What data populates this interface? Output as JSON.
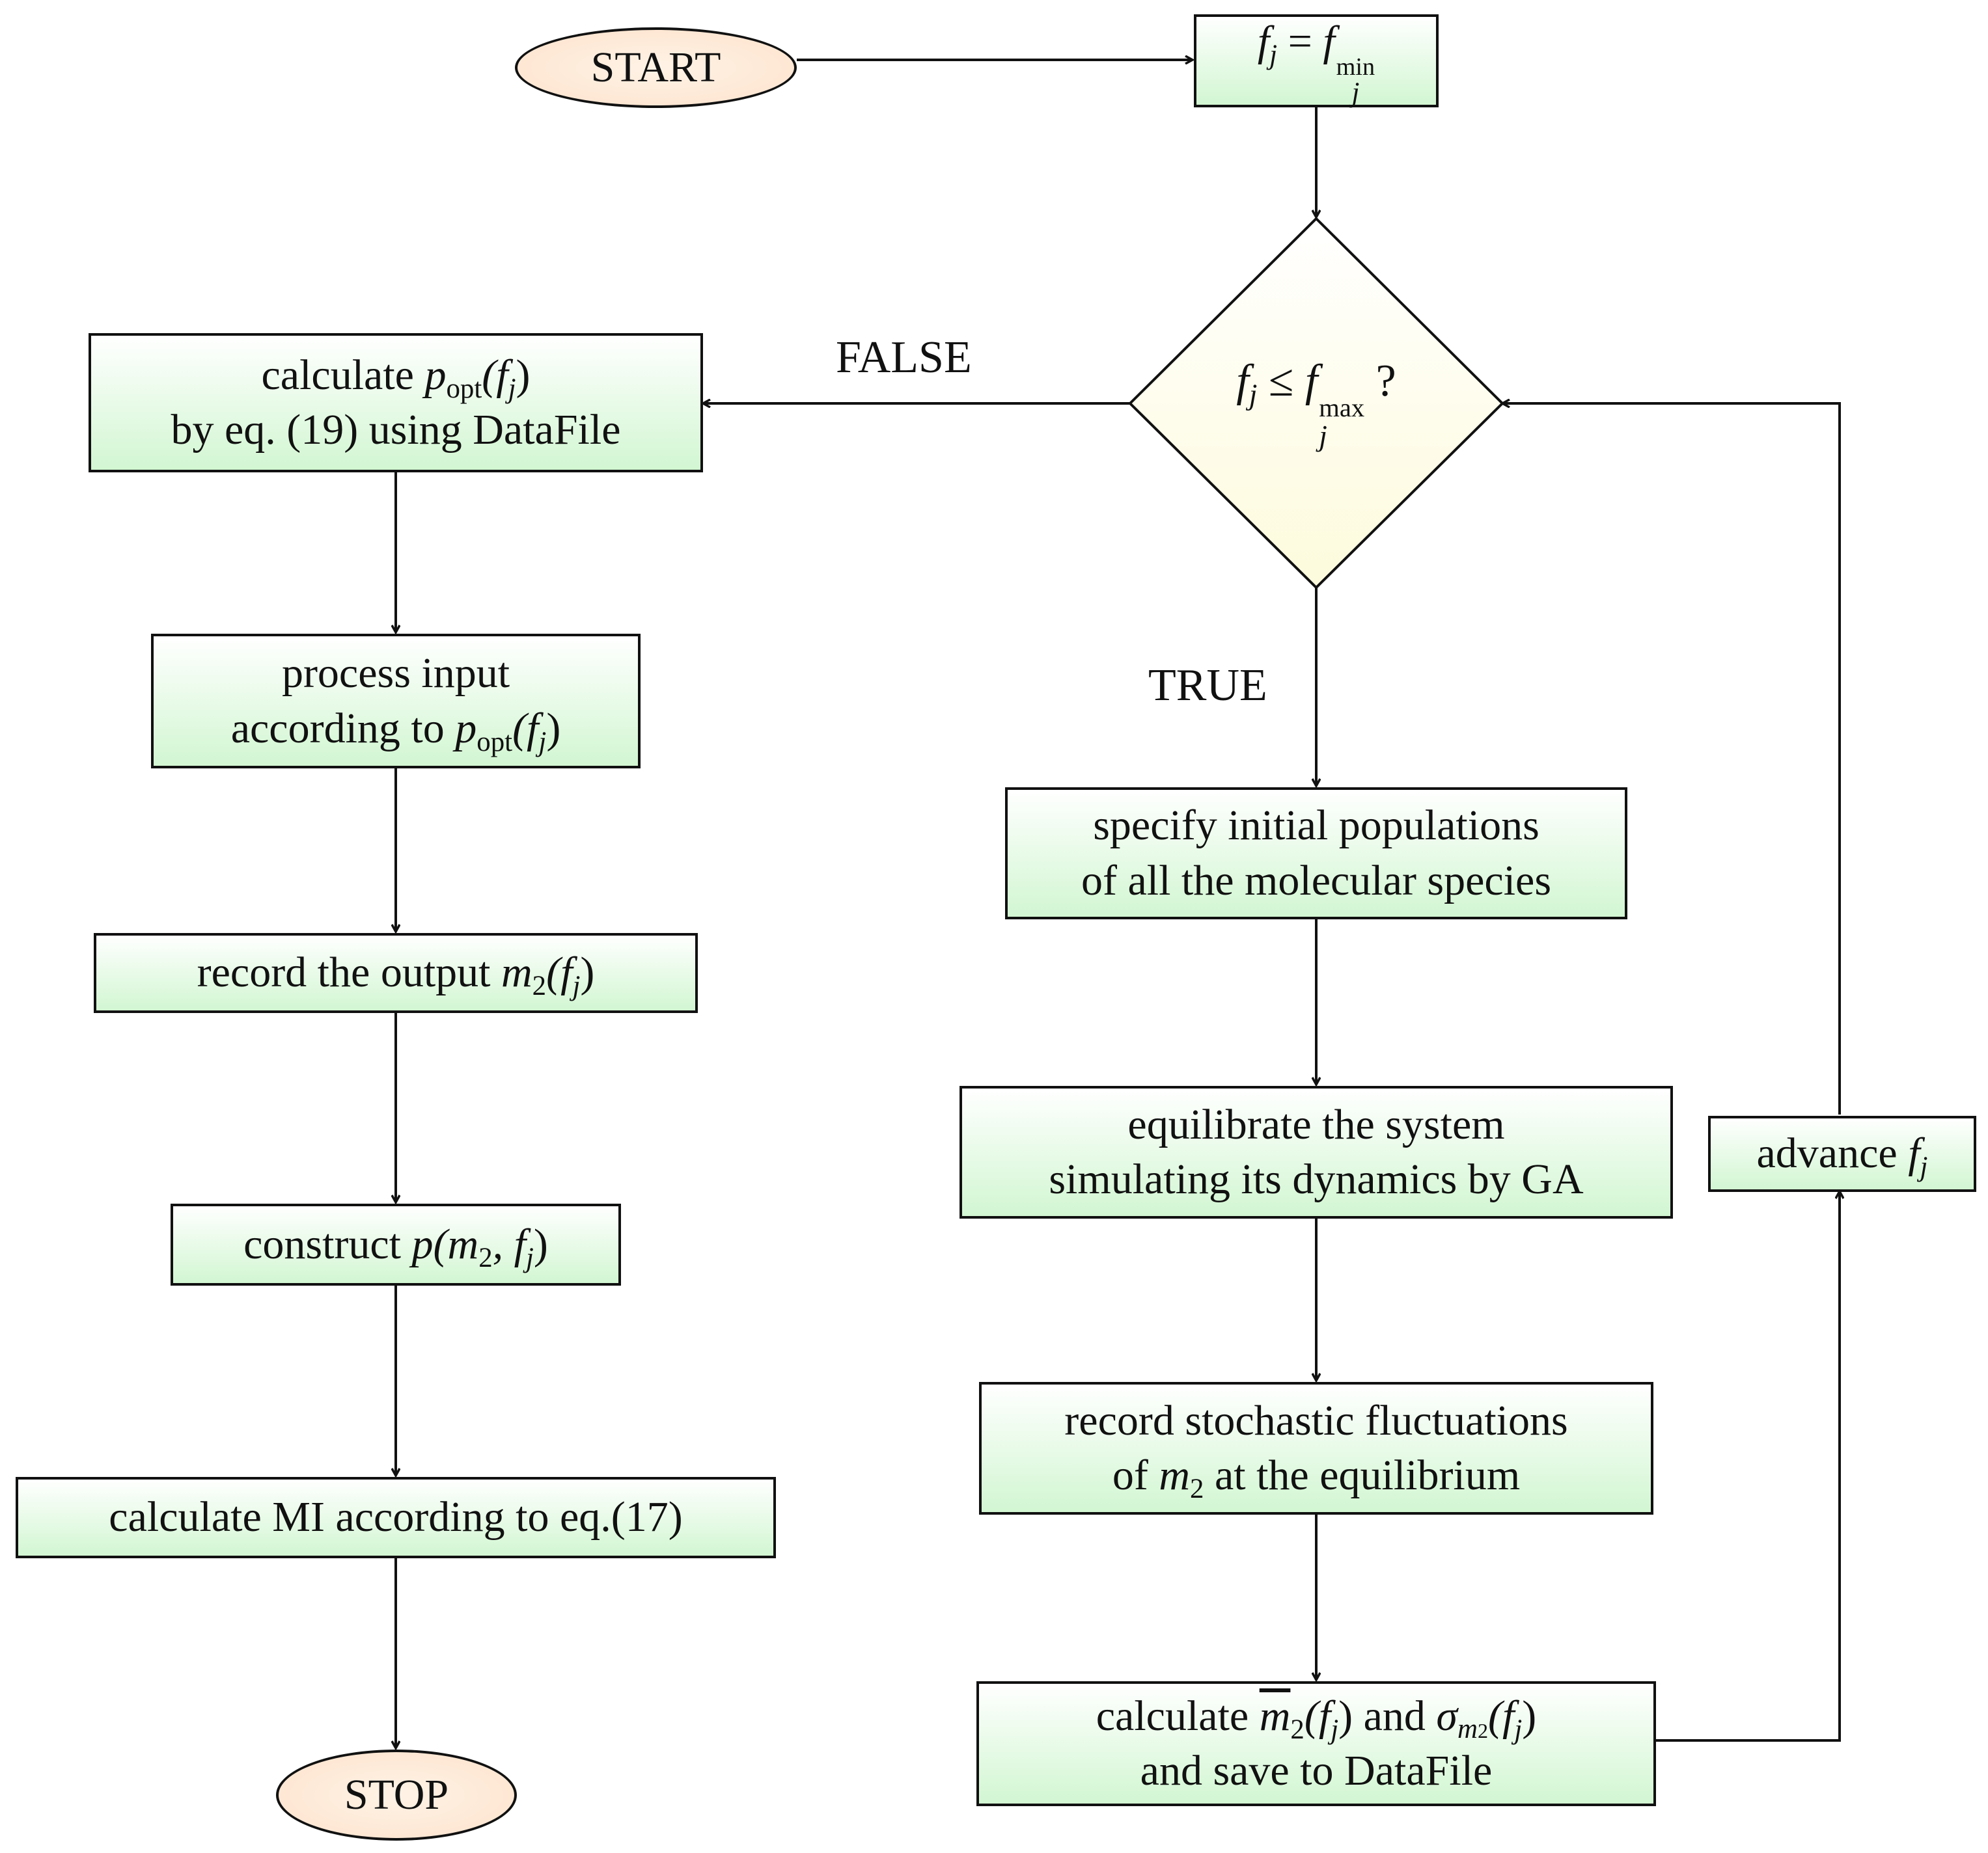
{
  "colors": {
    "process_fill": "#d2f6d2",
    "terminal_fill": "#fde2cc",
    "decision_fill": "#fdfbdc",
    "stroke": "#111111"
  },
  "nodes": {
    "start": "START",
    "stop": "STOP",
    "init": {
      "lhs": "f",
      "sub": "j",
      "eq": " = ",
      "var": "f",
      "sup": "min",
      "sub2": "j"
    },
    "decision": {
      "lhs": "f",
      "sub": "j",
      "op": " ≤ ",
      "var": "f",
      "sup": "max",
      "sub2": "j",
      "q": " ?"
    },
    "calc_popt": {
      "l1_text": "calculate ",
      "l1_p": "p",
      "l1_sub": "opt",
      "l1_arg": "(f",
      "l1_argsub": "j",
      "l1_close": ")",
      "l2": "by eq. (19) using DataFile"
    },
    "process_input": {
      "l1": "process input",
      "l2_text": "according to ",
      "l2_p": "p",
      "l2_sub": "opt",
      "l2_arg": "(f",
      "l2_argsub": "j",
      "l2_close": ")"
    },
    "record_output": {
      "text": "record the output ",
      "m": "m",
      "msub": "2",
      "arg": "(f",
      "argsub": "j",
      "close": ")"
    },
    "construct": {
      "text": "construct ",
      "p": "p",
      "open": "(m",
      "msub": "2",
      "mid": ", f",
      "argsub": "j",
      "close": ")"
    },
    "calc_mi": "calculate MI according to eq.(17)",
    "specify": {
      "l1": "specify initial populations",
      "l2": "of all the molecular species"
    },
    "equilibrate": {
      "l1": "equilibrate the system",
      "l2": "simulating its dynamics by GA"
    },
    "record_fluct": {
      "l1": "record stochastic fluctuations",
      "l2_a": "of ",
      "l2_m": "m",
      "l2_msub": "2",
      "l2_b": " at the equilibrium"
    },
    "calc_mean": {
      "l1_a": "calculate ",
      "l1_m": "m",
      "l1_msub": "2",
      "l1_arg": "(f",
      "l1_argsub": "j",
      "l1_close": ")",
      "l1_and": " and ",
      "l1_sigma": "σ",
      "l1_sigsub": "m",
      "l1_sigsubsub": "2",
      "l1_arg2": "(f",
      "l1_argsub2": "j",
      "l1_close2": ")",
      "l2": "and save to DataFile"
    },
    "advance": {
      "text": "advance ",
      "f": "f",
      "sub": "j"
    }
  },
  "edge_labels": {
    "false": "FALSE",
    "true": "TRUE"
  }
}
